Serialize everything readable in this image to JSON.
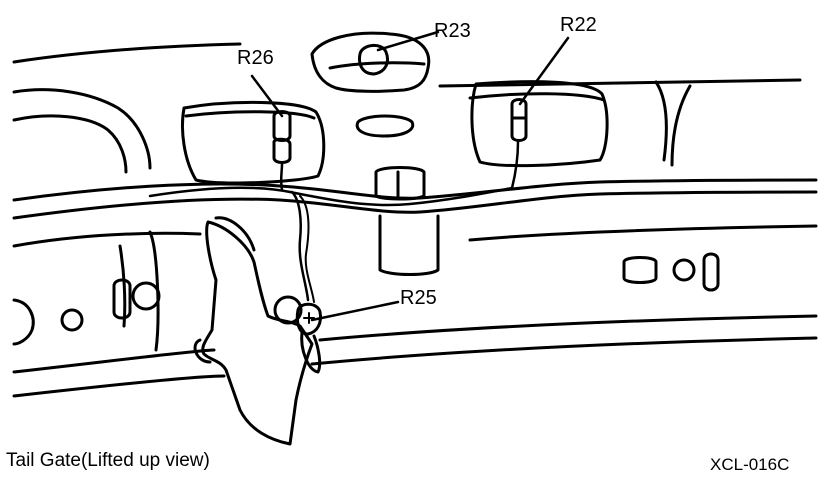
{
  "labels": {
    "r23": "R23",
    "r22": "R22",
    "r26": "R26",
    "r25": "R25"
  },
  "caption": "Tail Gate(Lifted up view)",
  "figure_code": "XCL-016C",
  "colors": {
    "ink": "#000000",
    "paper": "#ffffff"
  }
}
